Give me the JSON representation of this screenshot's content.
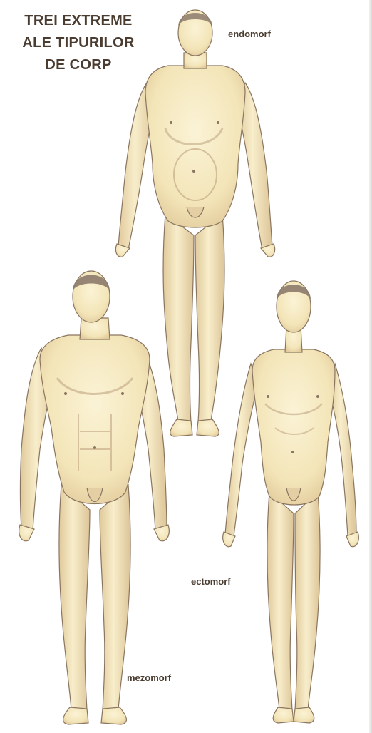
{
  "title": {
    "line1": "TREI EXTREME",
    "line2": "ALE TIPURILOR",
    "line3": "DE CORP"
  },
  "figures": {
    "endomorph": {
      "label": "endomorf"
    },
    "ectomorph": {
      "label": "ectomorf"
    },
    "mesomorph": {
      "label": "mezomorf"
    }
  },
  "colors": {
    "skin": "#f6ebc3",
    "shade": "#cbb38f",
    "outline": "#8a7560",
    "hair": "#8d7a6c",
    "text": "#4a3c30"
  }
}
